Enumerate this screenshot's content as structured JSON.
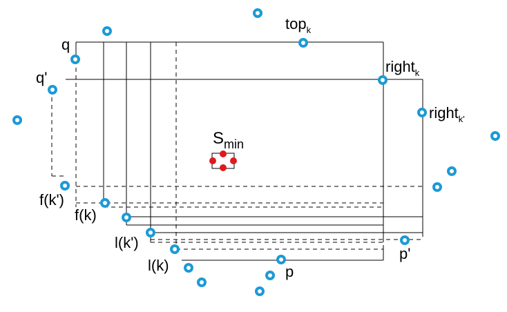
{
  "colors": {
    "point": "#1c9ad6",
    "center_point": "#e0191f",
    "line": "#000000",
    "background": "#ffffff"
  },
  "labels": {
    "top": {
      "main": "top",
      "sub": "k"
    },
    "right": {
      "main": "right",
      "sub": "k"
    },
    "right_prime": {
      "main": "right",
      "sub": "k'"
    },
    "q": "q",
    "q_prime": "q'",
    "f_k_prime": "f(k')",
    "f_k": "f(k)",
    "l_k_prime": "l(k')",
    "l_k": "l(k)",
    "p": "p",
    "p_prime": "p'",
    "s_min": {
      "main": "S",
      "sub": "min"
    }
  }
}
